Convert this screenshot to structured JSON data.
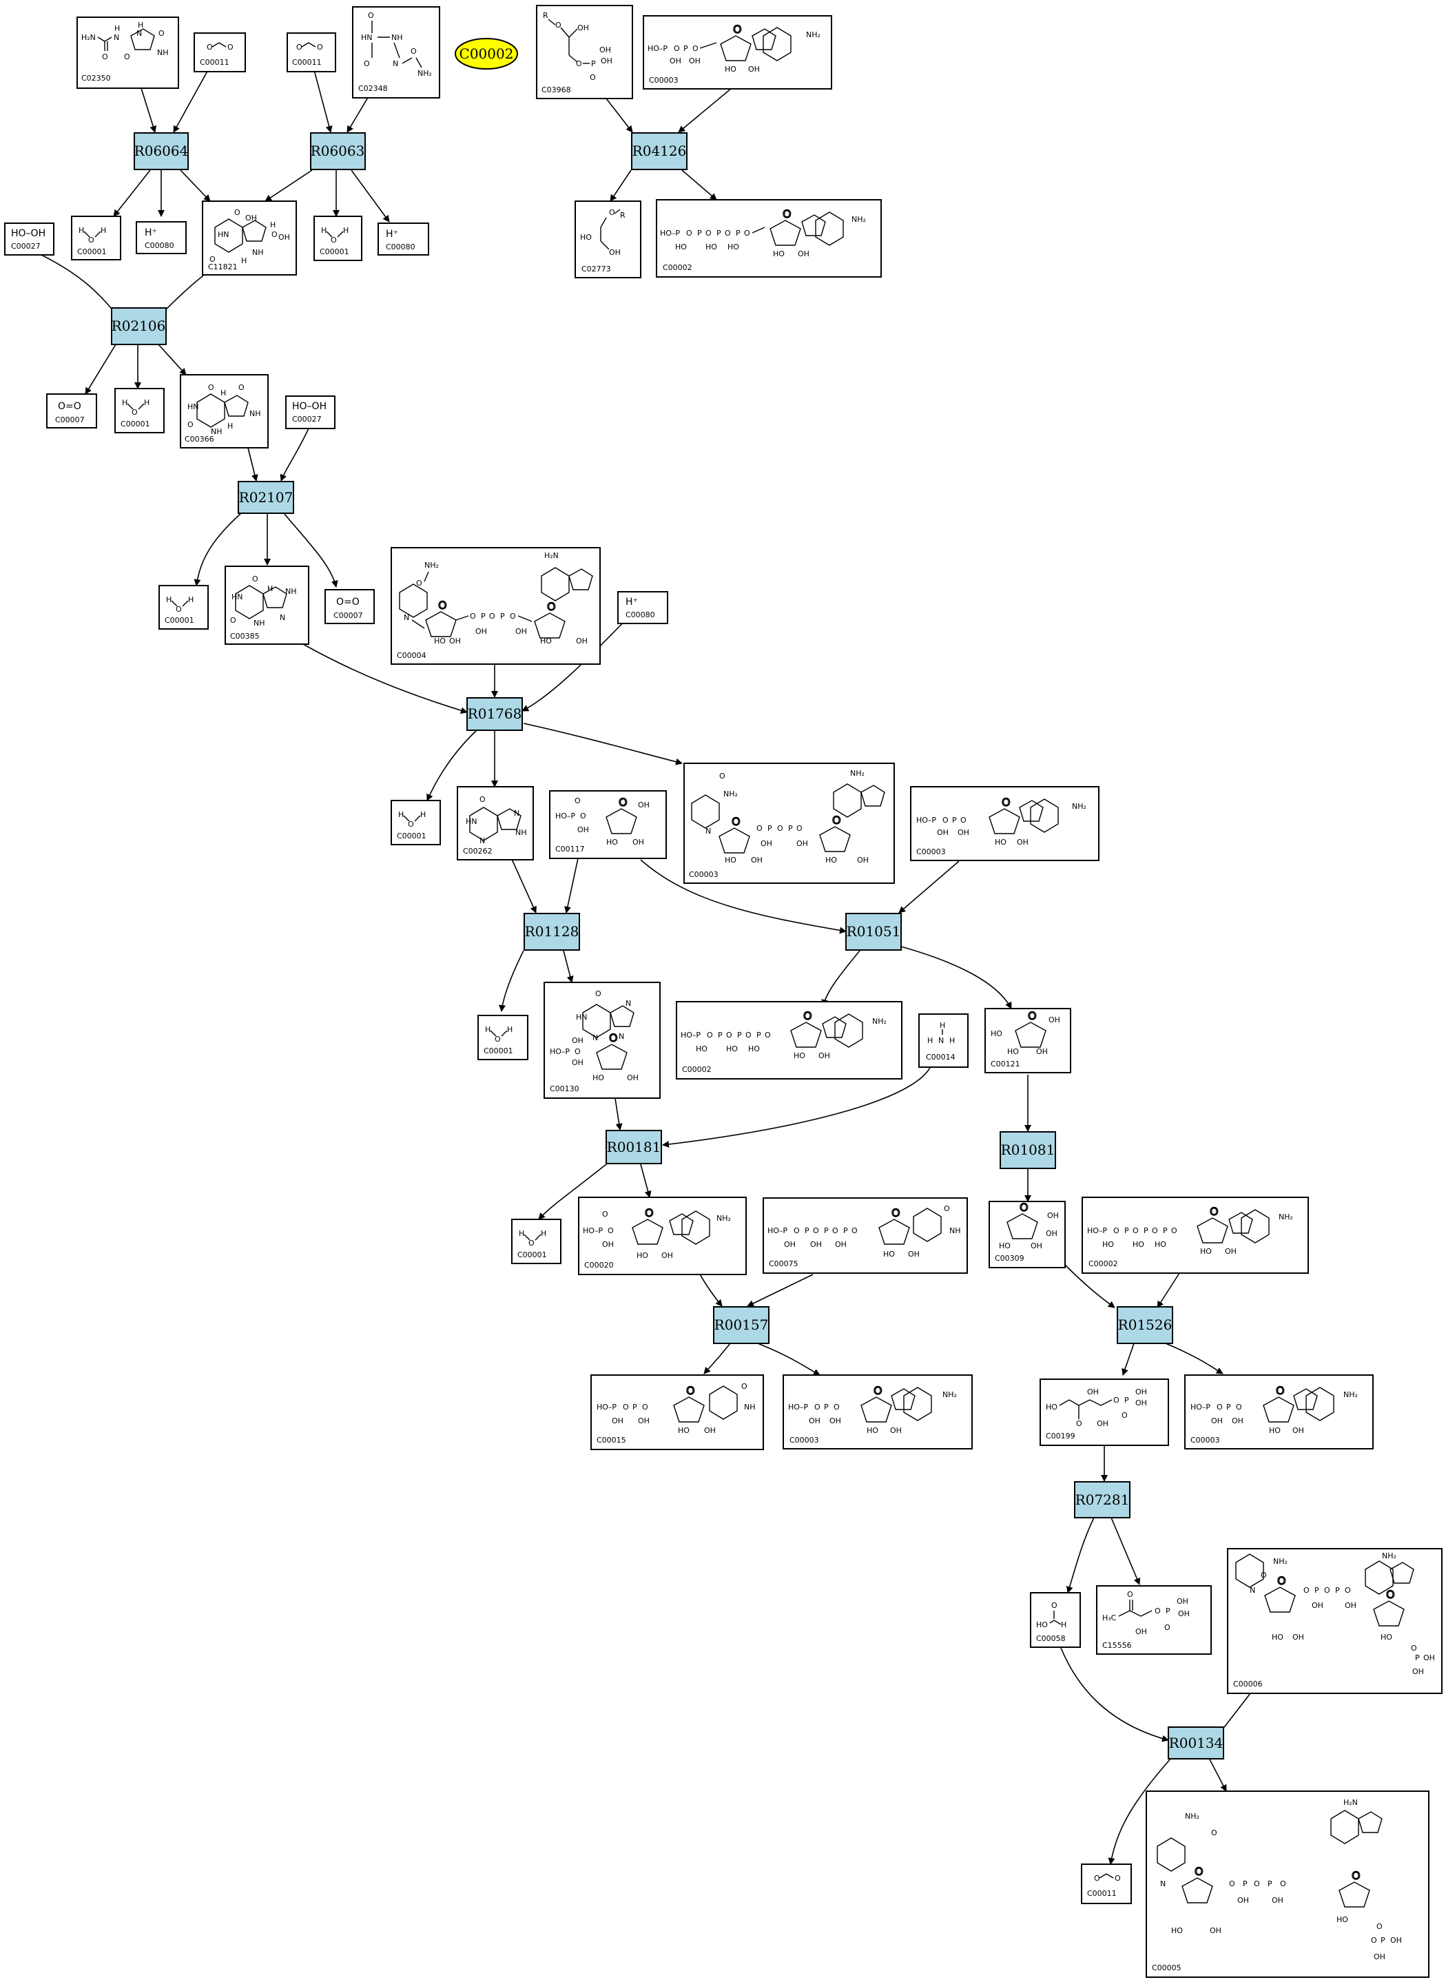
{
  "highlight": {
    "id": "C00002"
  },
  "reactions": [
    {
      "id": "R06064"
    },
    {
      "id": "R06063"
    },
    {
      "id": "R04126"
    },
    {
      "id": "R02106"
    },
    {
      "id": "R02107"
    },
    {
      "id": "R01768"
    },
    {
      "id": "R01128"
    },
    {
      "id": "R01051"
    },
    {
      "id": "R00181"
    },
    {
      "id": "R01081"
    },
    {
      "id": "R00157"
    },
    {
      "id": "R01526"
    },
    {
      "id": "R07281"
    },
    {
      "id": "R00134"
    }
  ],
  "compounds": {
    "C02350": {
      "id": "C02350"
    },
    "C00011": {
      "id": "C00011"
    },
    "C02348": {
      "id": "C02348"
    },
    "C03968": {
      "id": "C03968"
    },
    "C00003": {
      "id": "C00003"
    },
    "C00001": {
      "id": "C00001"
    },
    "C00080": {
      "id": "C00080"
    },
    "C11821": {
      "id": "C11821"
    },
    "C00027": {
      "id": "C00027",
      "formula": "HO–OH"
    },
    "C02773": {
      "id": "C02773"
    },
    "C00002": {
      "id": "C00002"
    },
    "C00007": {
      "id": "C00007",
      "formula": "O=O"
    },
    "C00366": {
      "id": "C00366"
    },
    "C00385": {
      "id": "C00385"
    },
    "C00004": {
      "id": "C00004"
    },
    "C00262": {
      "id": "C00262"
    },
    "C00117": {
      "id": "C00117"
    },
    "C00130": {
      "id": "C00130"
    },
    "C00014": {
      "id": "C00014"
    },
    "C00121": {
      "id": "C00121"
    },
    "C00020": {
      "id": "C00020"
    },
    "C00075": {
      "id": "C00075"
    },
    "C00309": {
      "id": "C00309"
    },
    "C00015": {
      "id": "C00015"
    },
    "C00199": {
      "id": "C00199"
    },
    "C00058": {
      "id": "C00058"
    },
    "C15556": {
      "id": "C15556"
    },
    "C00006": {
      "id": "C00006"
    },
    "C00005": {
      "id": "C00005"
    }
  },
  "atom_labels": {
    "h2n": "H₂N",
    "nh2": "NH₂",
    "nh": "NH",
    "hn": "HN",
    "n": "N",
    "h": "H",
    "o": "O",
    "oh": "OH",
    "ho": "HO",
    "p": "P",
    "r": "R",
    "hplus": "H⁺",
    "h3c": "H₃C",
    "hop": "HO–P"
  }
}
